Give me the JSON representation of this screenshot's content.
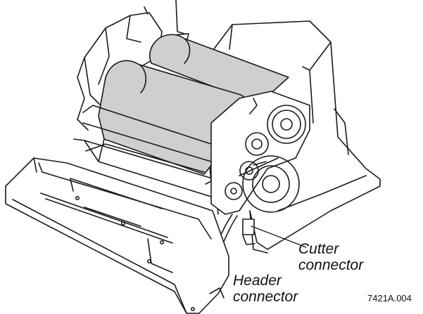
{
  "colors": {
    "line": "#1a1a1a",
    "paper_gray": "#cfcfcf",
    "background": "#ffffff"
  },
  "callouts": {
    "cutter_line1": "Cutter",
    "cutter_line2": "connector",
    "header_line1": "Header",
    "header_line2": "connector"
  },
  "figure_id": "7421A.004"
}
